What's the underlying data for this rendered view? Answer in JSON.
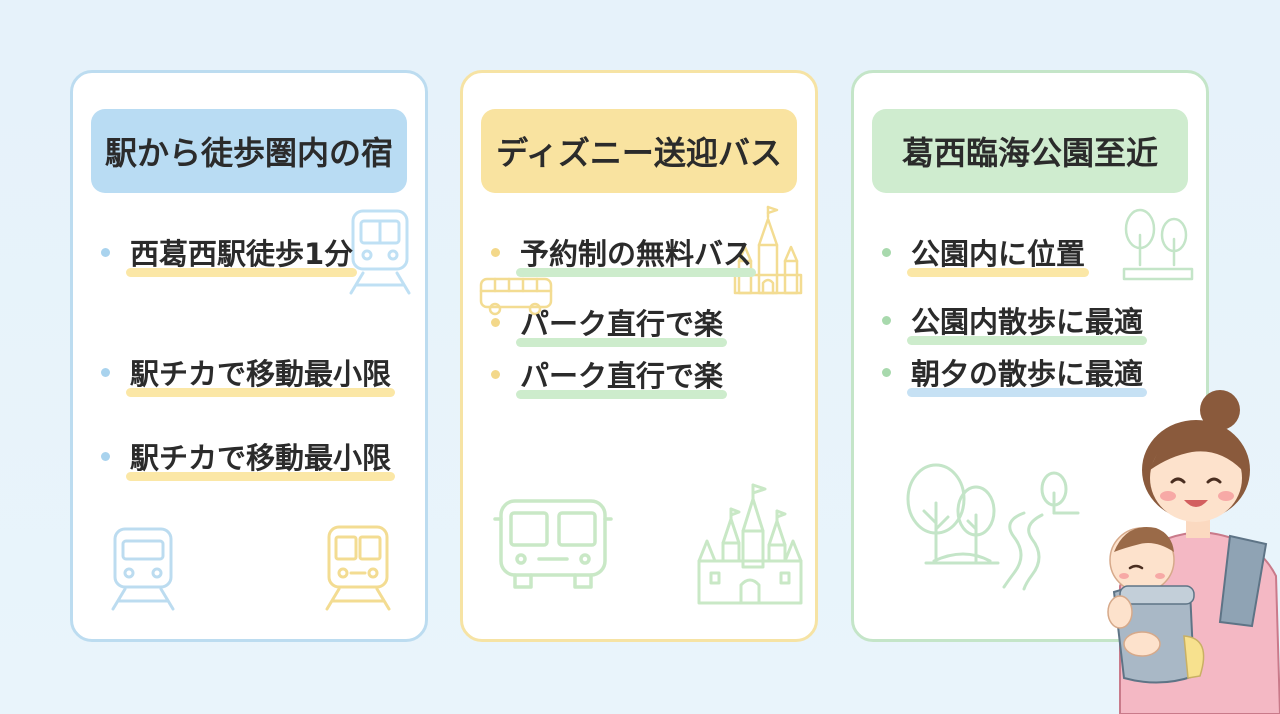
{
  "cards": [
    {
      "title": "駅から徒歩圏内の宿",
      "items": [
        "西葛西駅徒歩1分",
        "駅チカで移動最小限",
        "駅チカで移動最小限"
      ]
    },
    {
      "title": "ディズニー送迎バス",
      "items": [
        "予約制の無料バス",
        "パーク直行で楽",
        "パーク直行で楽"
      ]
    },
    {
      "title": "葛西臨海公園至近",
      "items": [
        "公園内に位置",
        "公園内散歩に最適",
        "朝夕の散歩に最適"
      ]
    }
  ],
  "colors": {
    "blue_accent": "#b9dcf3",
    "yellow_accent": "#f9e3a0",
    "green_accent": "#cfeccf"
  }
}
